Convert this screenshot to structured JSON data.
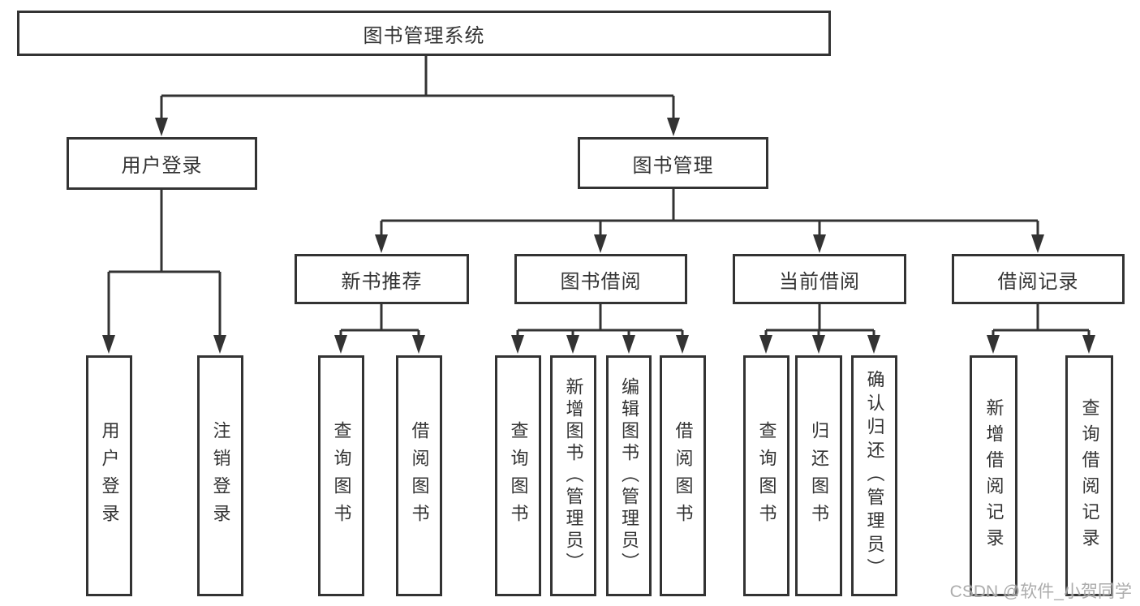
{
  "diagram": {
    "type": "tree",
    "title": "图书管理系统",
    "root": {
      "label": "图书管理系统"
    },
    "level2": [
      {
        "label": "用户登录",
        "parent": "图书管理系统"
      },
      {
        "label": "图书管理",
        "parent": "图书管理系统"
      }
    ],
    "level3": [
      {
        "label": "新书推荐",
        "parent": "图书管理"
      },
      {
        "label": "图书借阅",
        "parent": "图书管理"
      },
      {
        "label": "当前借阅",
        "parent": "图书管理"
      },
      {
        "label": "借阅记录",
        "parent": "图书管理"
      }
    ],
    "leaves": [
      {
        "label": "用户登录",
        "parent": "用户登录"
      },
      {
        "label": "注销登录",
        "parent": "用户登录"
      },
      {
        "label": "查询图书",
        "parent": "新书推荐"
      },
      {
        "label": "借阅图书",
        "parent": "新书推荐"
      },
      {
        "label": "查询图书",
        "parent": "图书借阅"
      },
      {
        "label": "新增图书（管理员）",
        "parent": "图书借阅"
      },
      {
        "label": "编辑图书（管理员）",
        "parent": "图书借阅"
      },
      {
        "label": "借阅图书",
        "parent": "图书借阅"
      },
      {
        "label": "查询图书",
        "parent": "当前借阅"
      },
      {
        "label": "归还图书",
        "parent": "当前借阅"
      },
      {
        "label": "确认归还（管理员）",
        "parent": "当前借阅"
      },
      {
        "label": "新增借阅记录",
        "parent": "借阅记录"
      },
      {
        "label": "查询借阅记录",
        "parent": "借阅记录"
      }
    ],
    "colors": {
      "line": "#333333",
      "box_border": "#333333",
      "text": "#333333",
      "background": "#ffffff"
    }
  },
  "watermark": {
    "text": "CSDN @软件_小贺同学",
    "color": "#9e9e9e"
  }
}
